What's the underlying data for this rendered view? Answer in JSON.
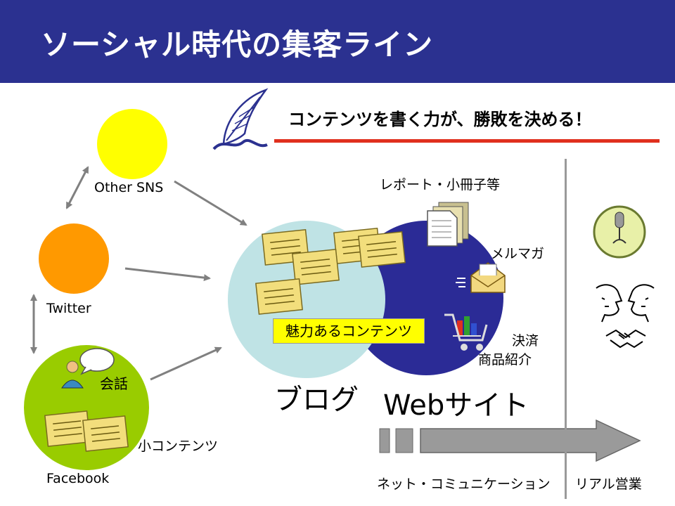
{
  "title": "ソーシャル時代の集客ライン",
  "subtitle": "コンテンツを書く力が、勝敗を決める！",
  "left": {
    "other_sns": "Other SNS",
    "twitter": "Twitter",
    "facebook": "Facebook",
    "conversation": "会話",
    "small_content": "小コンテンツ"
  },
  "center": {
    "attractive_content": "魅力あるコンテンツ",
    "blog": "ブログ",
    "website": "Webサイト",
    "report": "レポート・小冊子等",
    "mail_magazine": "メルマガ",
    "payment": "決済",
    "product_intro": "商品紹介"
  },
  "bottom": {
    "net_communication": "ネット・コミュニケーション",
    "real_sales": "リアル営業"
  },
  "colors": {
    "title_bar": "#2b3190",
    "other_sns_circle": "#ffff00",
    "twitter_circle": "#ff9900",
    "facebook_circle": "#99cc00",
    "blog_circle": "#bfe3e5",
    "web_circle": "#2b2b96",
    "accent_line": "#e0301e",
    "arrow": "#808080"
  }
}
